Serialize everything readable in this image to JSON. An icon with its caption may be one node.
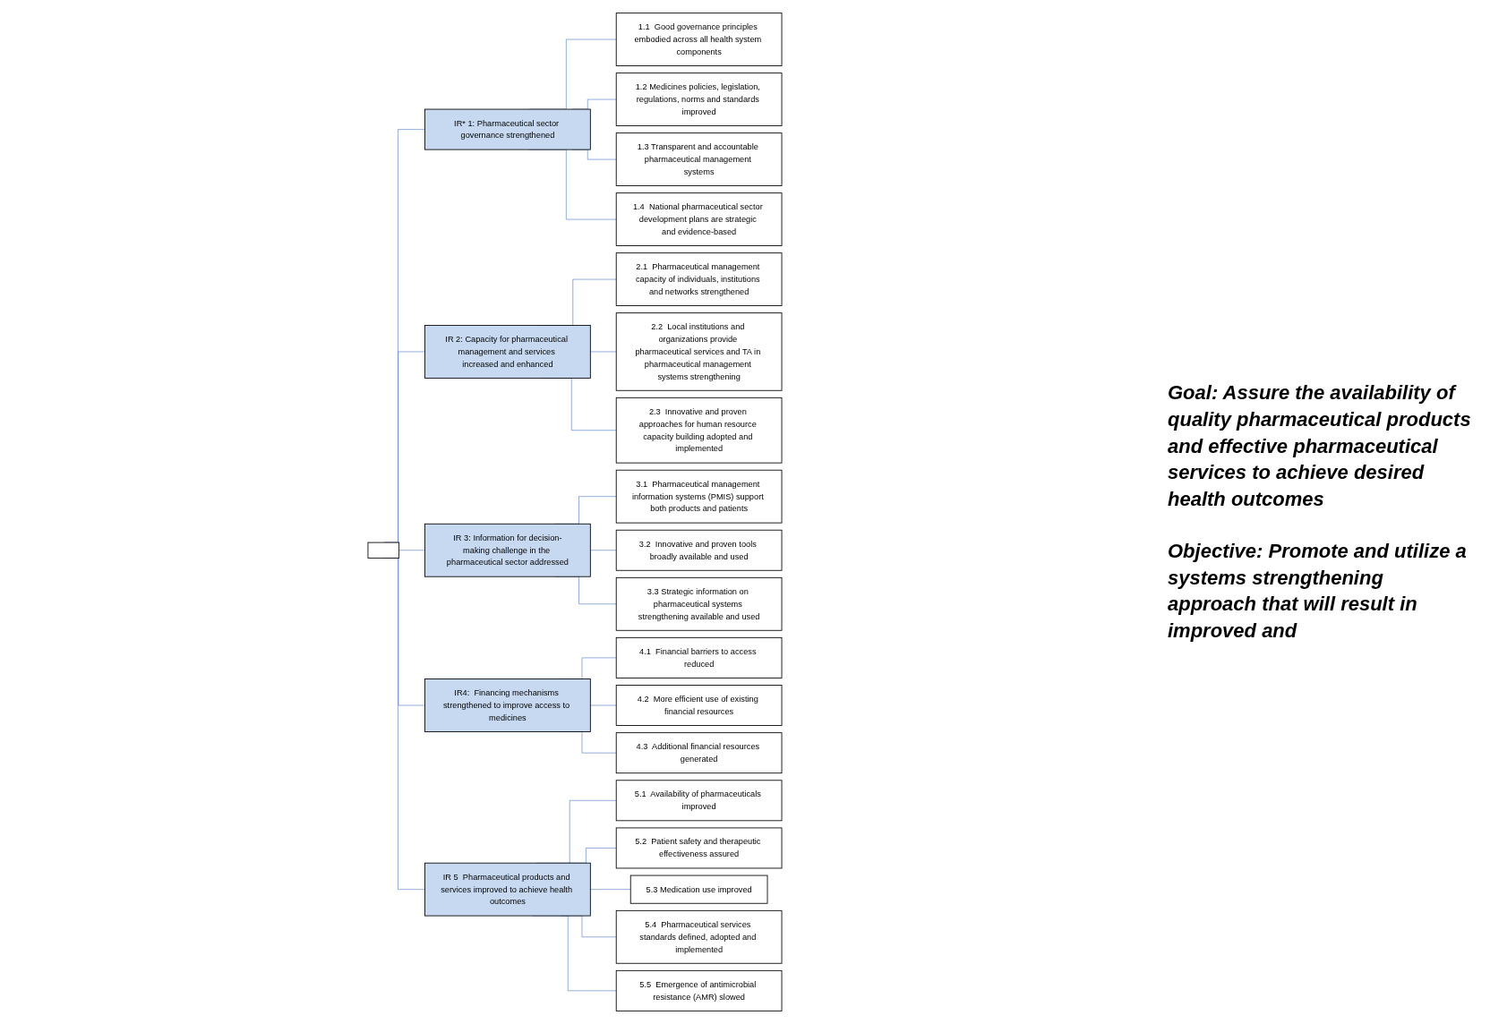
{
  "diagram": {
    "nodes": [
      {
        "text": [],
        "shape": "box"
      },
      {
        "text": [
          "IR* 1: Pharmaceutical sector governance strengthened"
        ]
      },
      {
        "text": [
          "1.1  Good governance principles embodied across all health system components"
        ]
      },
      {
        "text": [
          "1.2 Medicines policies, legislation, regulations, norms and standards improved"
        ]
      },
      {
        "text": [
          "1.3 Transparent and accountable pharmaceutical management systems"
        ]
      },
      {
        "text": [
          "1.4  National pharmaceutical sector development plans are strategic and evidence-based"
        ]
      },
      {
        "text": [
          "IR 2: Capacity for pharmaceutical management and services increased and enhanced"
        ]
      },
      {
        "text": [
          "2.1  Pharmaceutical management capacity of individuals, institutions and networks strengthened"
        ]
      },
      {
        "text": [
          "2.2  Local institutions and organizations provide pharmaceutical services and TA in pharmaceutical management systems strengthening"
        ]
      },
      {
        "text": [
          "2.3  Innovative and proven approaches for human resource capacity building adopted and implemented"
        ]
      },
      {
        "text": [
          "IR 3: Information for decision-making challenge in the pharmaceutical sector addressed"
        ]
      },
      {
        "text": [
          "3.1  Pharmaceutical management information systems (PMIS) support both products and patients"
        ]
      },
      {
        "text": [
          "3.2  Innovative and proven tools broadly available and used"
        ]
      },
      {
        "text": [
          "3.3 Strategic information on pharmaceutical systems strengthening available and used"
        ]
      },
      {
        "text": [
          "IR4:  Financing mechanisms strengthened to improve access to medicines"
        ]
      },
      {
        "text": [
          "4.1  Financial barriers to access reduced"
        ]
      },
      {
        "text": [
          "4.2  More efficient use of existing financial resources"
        ]
      },
      {
        "text": [
          "4.3  Additional financial resources generated"
        ]
      },
      {
        "text": [
          "IR 5  Pharmaceutical products and services improved to achieve health outcomes"
        ]
      },
      {
        "text": [
          "5.1  Availability of pharmaceuticals improved"
        ]
      },
      {
        "text": [
          "5.2  Patient safety and therapeutic effectiveness assured"
        ]
      },
      {
        "text": [
          "5.3  Medication use improved"
        ]
      },
      {
        "text": [
          "5.4  Pharmaceutical services standards defined, adopted and implemented"
        ]
      },
      {
        "text": [
          "5.5  Emergence of antimicrobial resistance (AMR) slowed"
        ]
      }
    ],
    "edges": [
      {
        "from": 0,
        "to": 1,
        "arrow": "none"
      },
      {
        "from": 0,
        "to": 6,
        "arrow": "none"
      },
      {
        "from": 0,
        "to": 10,
        "arrow": "none"
      },
      {
        "from": 0,
        "to": 14,
        "arrow": "none"
      },
      {
        "from": 0,
        "to": 18,
        "arrow": "none"
      },
      {
        "from": 1,
        "to": 2,
        "arrow": "none"
      },
      {
        "from": 1,
        "to": 3,
        "arrow": "none"
      },
      {
        "from": 1,
        "to": 4,
        "arrow": "none"
      },
      {
        "from": 1,
        "to": 5,
        "arrow": "none"
      },
      {
        "from": 6,
        "to": 7,
        "arrow": "none"
      },
      {
        "from": 6,
        "to": 8,
        "arrow": "none"
      },
      {
        "from": 6,
        "to": 9,
        "arrow": "none"
      },
      {
        "from": 10,
        "to": 11,
        "arrow": "none"
      },
      {
        "from": 10,
        "to": 12,
        "arrow": "none"
      },
      {
        "from": 10,
        "to": 13,
        "arrow": "none"
      },
      {
        "from": 14,
        "to": 15,
        "arrow": "none"
      },
      {
        "from": 14,
        "to": 16,
        "arrow": "none"
      },
      {
        "from": 14,
        "to": 17,
        "arrow": "none"
      },
      {
        "from": 18,
        "to": 19,
        "arrow": "none"
      },
      {
        "from": 18,
        "to": 20,
        "arrow": "none"
      },
      {
        "from": 18,
        "to": 21,
        "arrow": "none"
      },
      {
        "from": 18,
        "to": 22,
        "arrow": "none"
      },
      {
        "from": 18,
        "to": 23,
        "arrow": "none"
      }
    ],
    "labels": [
      "Goal:  Assure the availability of quality pharmaceutical products and effective pharmaceutical services to achieve desired health outcomes",
      "Objective:  Promote and utilize a systems strengthening approach that will result in improved and"
    ]
  }
}
